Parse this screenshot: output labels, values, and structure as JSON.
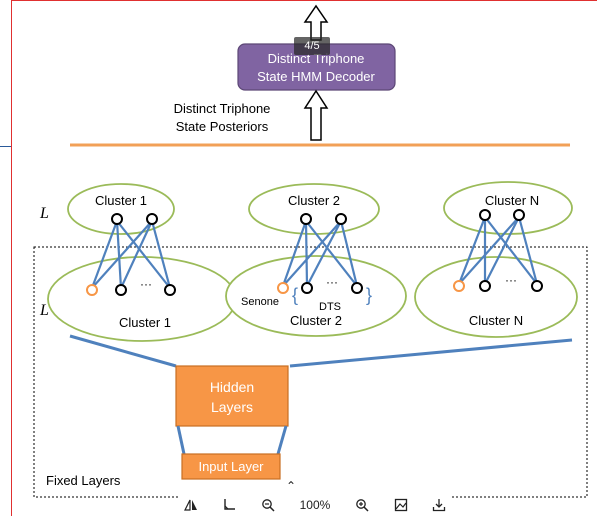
{
  "viewer": {
    "page_indicator": "4/5",
    "zoom_level": "100%",
    "toolbar_icons": [
      "flip-icon",
      "crop-icon",
      "zoom-out-icon",
      "zoom-in-icon",
      "image-icon",
      "download-icon"
    ],
    "collapse_glyph": "⌃"
  },
  "diagram": {
    "decoder_line1": "Distinct Triphone",
    "decoder_line2": "State HMM Decoder",
    "posteriors_line1": "Distinct Triphone",
    "posteriors_line2": "State Posteriors",
    "layer_L": "L",
    "layer_Lp": "L′",
    "top_clusters": [
      "Cluster 1",
      "Cluster 2",
      "Cluster N"
    ],
    "bottom_clusters": [
      "Cluster 1",
      "Cluster 2",
      "Cluster N"
    ],
    "ellipsis": "···",
    "senone_label": "Senone",
    "dts_label": "DTS",
    "hidden_line1": "Hidden",
    "hidden_line2": "Layers",
    "input_label": "Input Layer",
    "fixed_label": "Fixed Layers",
    "colors": {
      "decoder_fill": "#8064a2",
      "orange_box": "#f79646",
      "orange_rule": "#f2a057",
      "cluster_ellipse": "#9bbb59",
      "connection": "#4f81bd",
      "senone_node": "#f79646"
    }
  }
}
